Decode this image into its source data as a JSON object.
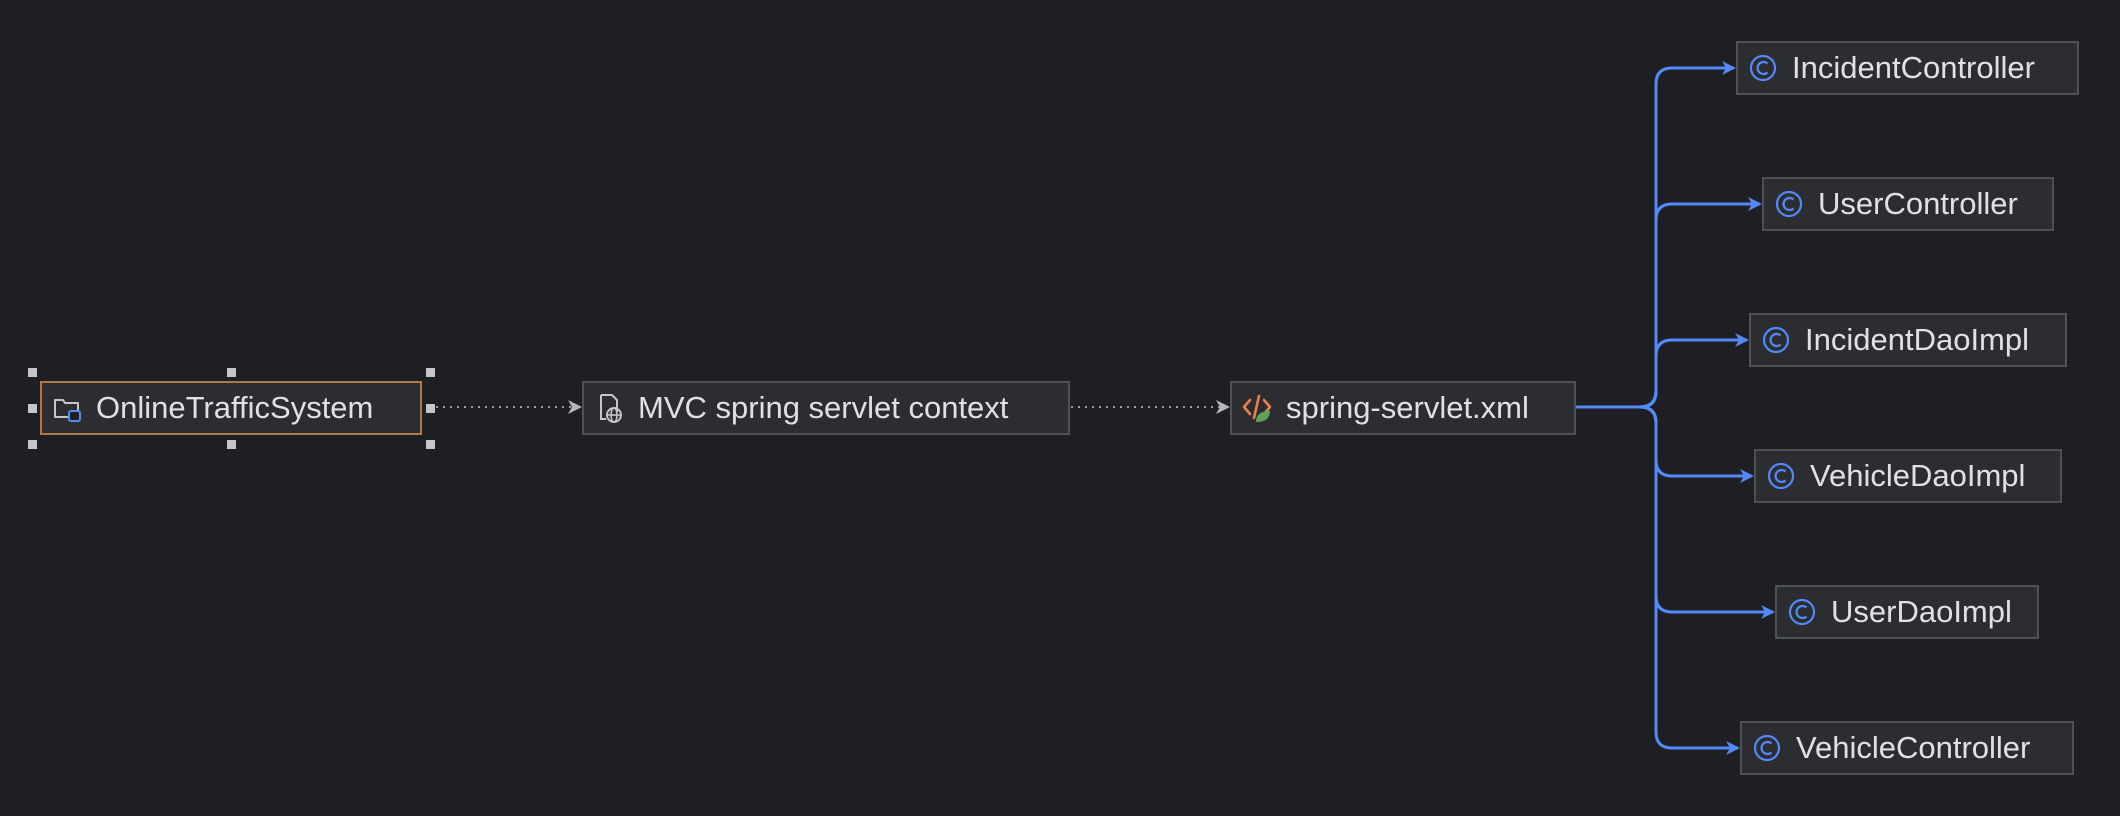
{
  "diagram": {
    "nodes": [
      {
        "id": "online-traffic-system",
        "label": "OnlineTrafficSystem",
        "icon": "module-folder-icon",
        "selected": true
      },
      {
        "id": "mvc-context",
        "label": "MVC spring servlet context",
        "icon": "web-context-icon"
      },
      {
        "id": "spring-servlet-xml",
        "label": "spring-servlet.xml",
        "icon": "spring-xml-icon"
      },
      {
        "id": "incident-controller",
        "label": "IncidentController",
        "icon": "class-icon"
      },
      {
        "id": "user-controller",
        "label": "UserController",
        "icon": "class-icon"
      },
      {
        "id": "incident-dao-impl",
        "label": "IncidentDaoImpl",
        "icon": "class-icon"
      },
      {
        "id": "vehicle-dao-impl",
        "label": "VehicleDaoImpl",
        "icon": "class-icon"
      },
      {
        "id": "user-dao-impl",
        "label": "UserDaoImpl",
        "icon": "class-icon"
      },
      {
        "id": "vehicle-controller",
        "label": "VehicleController",
        "icon": "class-icon"
      }
    ],
    "edges": [
      {
        "from": "online-traffic-system",
        "to": "mvc-context",
        "style": "dotted"
      },
      {
        "from": "mvc-context",
        "to": "spring-servlet-xml",
        "style": "dotted"
      },
      {
        "from": "spring-servlet-xml",
        "to": "incident-controller",
        "style": "solid"
      },
      {
        "from": "spring-servlet-xml",
        "to": "user-controller",
        "style": "solid"
      },
      {
        "from": "spring-servlet-xml",
        "to": "incident-dao-impl",
        "style": "solid"
      },
      {
        "from": "spring-servlet-xml",
        "to": "vehicle-dao-impl",
        "style": "solid"
      },
      {
        "from": "spring-servlet-xml",
        "to": "user-dao-impl",
        "style": "solid"
      },
      {
        "from": "spring-servlet-xml",
        "to": "vehicle-controller",
        "style": "solid"
      }
    ]
  },
  "colors": {
    "background": "#1e1f22",
    "node_fill": "#2b2d30",
    "node_border": "#4e5157",
    "selected_border": "#b5773f",
    "dependency_edge": "#548af7",
    "dotted_edge": "#9a9da3",
    "class_icon": "#548af7"
  }
}
